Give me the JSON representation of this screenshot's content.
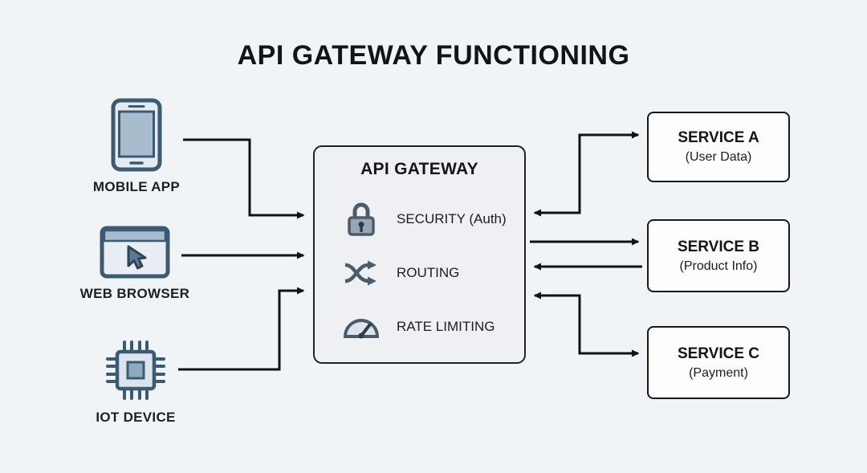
{
  "title": "API GATEWAY FUNCTIONING",
  "clients": [
    {
      "id": "mobile-app",
      "label": "MOBILE APP",
      "icon": "smartphone-icon"
    },
    {
      "id": "web-browser",
      "label": "WEB BROWSER",
      "icon": "browser-icon"
    },
    {
      "id": "iot-device",
      "label": "IOT DEVICE",
      "icon": "chip-icon"
    }
  ],
  "gateway": {
    "title": "API GATEWAY",
    "features": [
      {
        "label": "SECURITY (Auth)",
        "icon": "lock-icon"
      },
      {
        "label": "ROUTING",
        "icon": "shuffle-icon"
      },
      {
        "label": "RATE LIMITING",
        "icon": "gauge-icon"
      }
    ]
  },
  "services": [
    {
      "name": "SERVICE A",
      "detail": "(User Data)"
    },
    {
      "name": "SERVICE B",
      "detail": "(Product Info)"
    },
    {
      "name": "SERVICE C",
      "detail": "(Payment)"
    }
  ],
  "colors": {
    "background": "#f0f4f7",
    "icon_stroke": "#3d5a73",
    "icon_fill": "#a7bccd",
    "gateway_fill": "#eef0f3",
    "arrow": "#111111",
    "text": "#14171a"
  }
}
